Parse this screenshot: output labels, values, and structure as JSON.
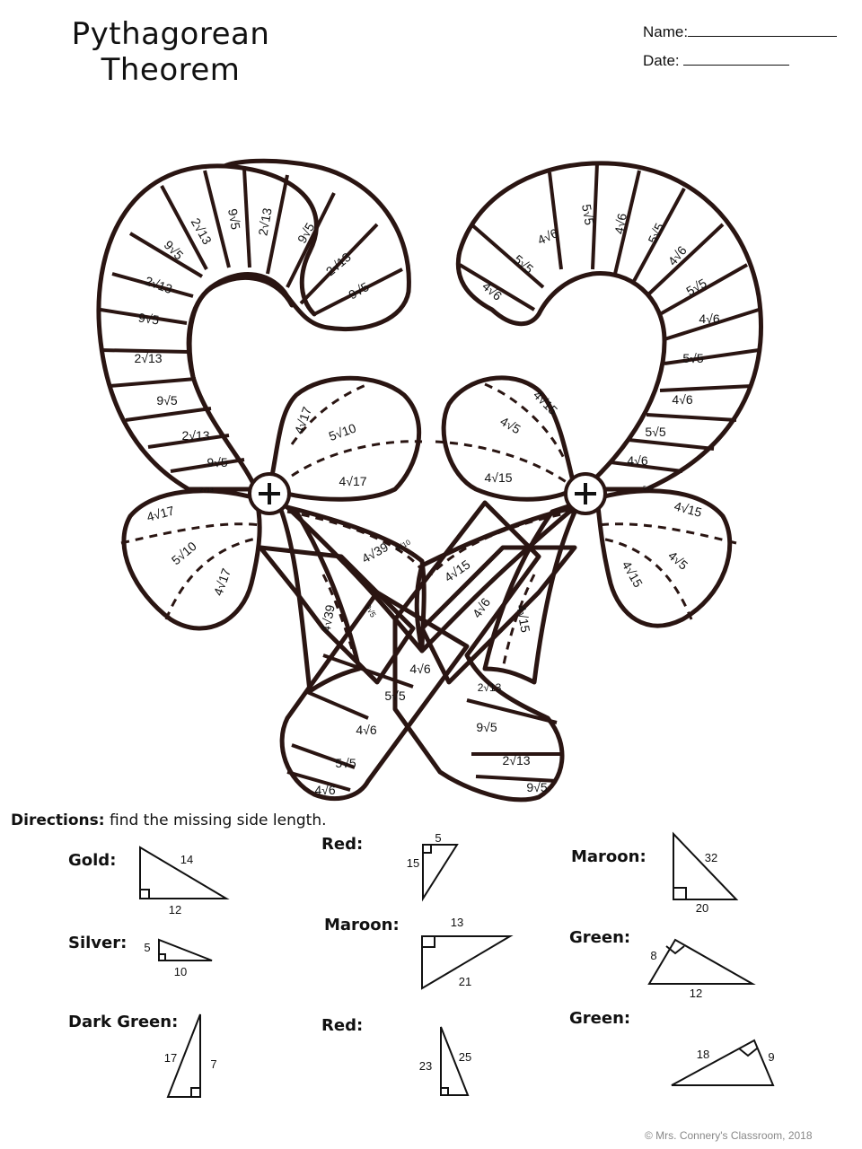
{
  "title": {
    "line1": "Pythagorean",
    "line2": "Theorem"
  },
  "header": {
    "name_label": "Name:",
    "date_label": "Date:"
  },
  "picture": {
    "left_cane_labels": [
      "9√5",
      "2√13",
      "9√5",
      "2√13",
      "9√5",
      "2√13",
      "9√5",
      "2√13",
      "9√5",
      "2√13",
      "9√5",
      "2√13",
      "9√5",
      "2√13"
    ],
    "right_cane_labels": [
      "4√6",
      "5√5",
      "4√6",
      "5√5",
      "4√6",
      "5√5",
      "4√6",
      "5√5",
      "4√6",
      "5√5",
      "4√6",
      "5√5",
      "4√6",
      "5√5"
    ],
    "bow_labels": [
      "4√17",
      "5√10",
      "4√17",
      "4√17",
      "5√10",
      "4√17",
      "4√15",
      "4√5",
      "4√15",
      "4√15",
      "4√5",
      "4√15",
      "4√39",
      "5√10",
      "4√39",
      "9√5",
      "4√15",
      "4√6",
      "4√15"
    ],
    "crossing_labels": [
      "4√6",
      "5√5",
      "4√6",
      "5√5",
      "4√6",
      "2√13",
      "9√5",
      "2√13",
      "9√5"
    ]
  },
  "directions": {
    "label": "Directions:",
    "text": " find the missing side length."
  },
  "problems": [
    {
      "color": "Gold:",
      "sides": [
        "14",
        "12"
      ]
    },
    {
      "color": "Silver:",
      "sides": [
        "5",
        "10"
      ]
    },
    {
      "color": "Dark Green:",
      "sides": [
        "17",
        "7"
      ]
    },
    {
      "color": "Red:",
      "sides": [
        "5",
        "15"
      ]
    },
    {
      "color": "Maroon:",
      "sides": [
        "13",
        "21"
      ]
    },
    {
      "color": "Red:",
      "sides": [
        "23",
        "25"
      ]
    },
    {
      "color": "Maroon:",
      "sides": [
        "32",
        "20"
      ]
    },
    {
      "color": "Green:",
      "sides": [
        "8",
        "12"
      ]
    },
    {
      "color": "Green:",
      "sides": [
        "18",
        "9"
      ]
    }
  ],
  "copyright": "© Mrs. Connery's Classroom, 2018"
}
